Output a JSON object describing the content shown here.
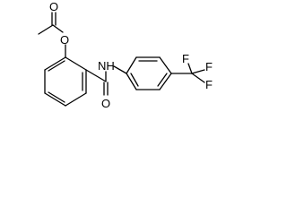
{
  "structure": {
    "atoms": {
      "ester_oxygen": "O",
      "ester_carbonyl_oxygen": "O",
      "amide_nitrogen": "NH",
      "amide_carbonyl_oxygen": "O",
      "cf3_fluorine_top_left": "F",
      "cf3_fluorine_top_right": "F",
      "cf3_fluorine_right": "F"
    }
  }
}
